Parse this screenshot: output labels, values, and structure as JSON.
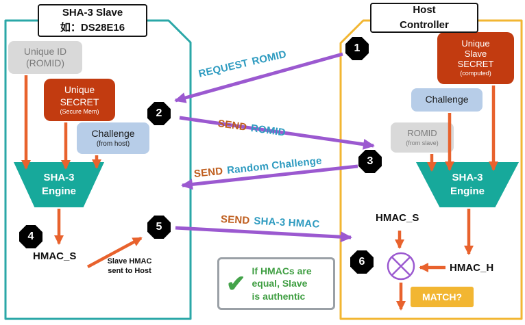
{
  "left_panel": {
    "title_line1": "SHA-3 Slave",
    "title_line2": "如：DS28E16",
    "unique_id_box": {
      "line1": "Unique ID",
      "line2": "(ROMID)"
    },
    "secret_box": {
      "line1": "Unique",
      "line2": "SECRET",
      "line3": "(Secure Mem)"
    },
    "challenge_box": {
      "line1": "Challenge",
      "line2": "(from host)"
    },
    "engine_box": {
      "line1": "SHA-3",
      "line2": "Engine"
    },
    "hmac_label": "HMAC_S",
    "hmac_note_line1": "Slave HMAC",
    "hmac_note_line2": "sent to Host"
  },
  "right_panel": {
    "title_line1": "Host",
    "title_line2": "Controller",
    "secret_box": {
      "line1": "Unique",
      "line2": "Slave",
      "line3": "SECRET",
      "line4": "(computed)"
    },
    "challenge_box": {
      "label": "Challenge"
    },
    "romid_box": {
      "line1": "ROMID",
      "line2": "(from slave)"
    },
    "engine_box": {
      "line1": "SHA-3",
      "line2": "Engine"
    },
    "hmac_s_label": "HMAC_S",
    "hmac_h_label": "HMAC_H",
    "match_label": "MATCH?"
  },
  "messages": [
    {
      "step": "1",
      "verb": "REQUEST",
      "object": "ROMID"
    },
    {
      "step": "2",
      "verb": "SEND",
      "object": "ROMID"
    },
    {
      "step": "3",
      "verb": "SEND",
      "object": "Random Challenge"
    },
    {
      "step": "5",
      "verb": "SEND",
      "object": "SHA-3 HMAC"
    }
  ],
  "steps": {
    "s1": "1",
    "s2": "2",
    "s3": "3",
    "s4": "4",
    "s5": "5",
    "s6": "6"
  },
  "note": {
    "check_icon": "✔",
    "line1": "If HMACs are",
    "line2": "equal, Slave",
    "line3": "is authentic"
  },
  "colors": {
    "slave_border": "#2aa7a7",
    "host_border": "#f2b632",
    "secret_red": "#c23b10",
    "challenge_blue": "#b7cde8",
    "romid_gray": "#d9d9d9",
    "engine_teal": "#17a99b",
    "arrow_orange": "#e8622d",
    "arrow_purple": "#9b59d0",
    "label_teal": "#2e9bc0",
    "label_orange": "#bf5e1e",
    "match_gold": "#f2b632",
    "note_green": "#3f9e42",
    "badge_black": "#000000"
  }
}
